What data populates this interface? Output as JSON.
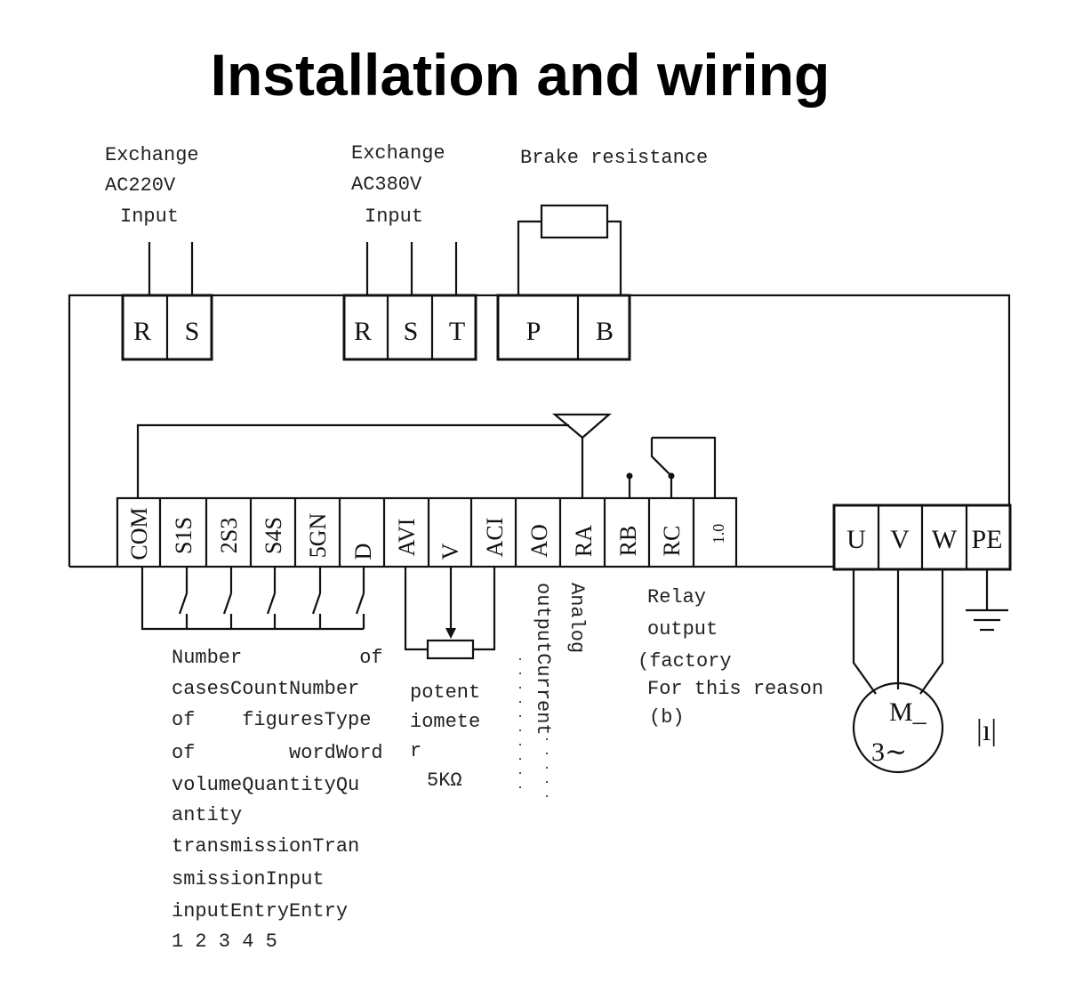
{
  "title": "Installation and wiring",
  "ac220": {
    "line1": "Exchange",
    "line2": "AC220V",
    "line3": "Input",
    "terminals": [
      "R",
      "S"
    ]
  },
  "ac380": {
    "line1": "Exchange",
    "line2": "AC380V",
    "line3": "Input",
    "terminals": [
      "R",
      "S",
      "T"
    ]
  },
  "brake": {
    "label": "Brake resistance",
    "terminals": [
      "P",
      "B"
    ]
  },
  "control_terminals": [
    "COM",
    "S1S",
    "2S3",
    "S4S",
    "5GN",
    "D",
    "AVI",
    "V",
    "ACI",
    "AO",
    "RA",
    "RB",
    "RC",
    "1.0"
  ],
  "output_terminals": [
    "U",
    "V",
    "W",
    "PE"
  ],
  "inputs_note": [
    "Number          of",
    "casesCountNumber",
    "of    figuresType",
    "of        wordWord",
    "volumeQuantityQu",
    "antity",
    "transmissionTran",
    "smissionInput",
    "inputEntryEntry",
    "1 2 3 4 5"
  ],
  "potentiometer_note": [
    "potent",
    "iomete",
    "r",
    "5KΩ"
  ],
  "current_output_label": "outputCurrent",
  "analog_label": "Analog",
  "relay_note": [
    "Relay",
    "output",
    "(factory",
    "For this reason",
    "(b)"
  ],
  "motor": {
    "top": "M_",
    "bottom": "3∼"
  },
  "ground_symbol": "|ı|"
}
